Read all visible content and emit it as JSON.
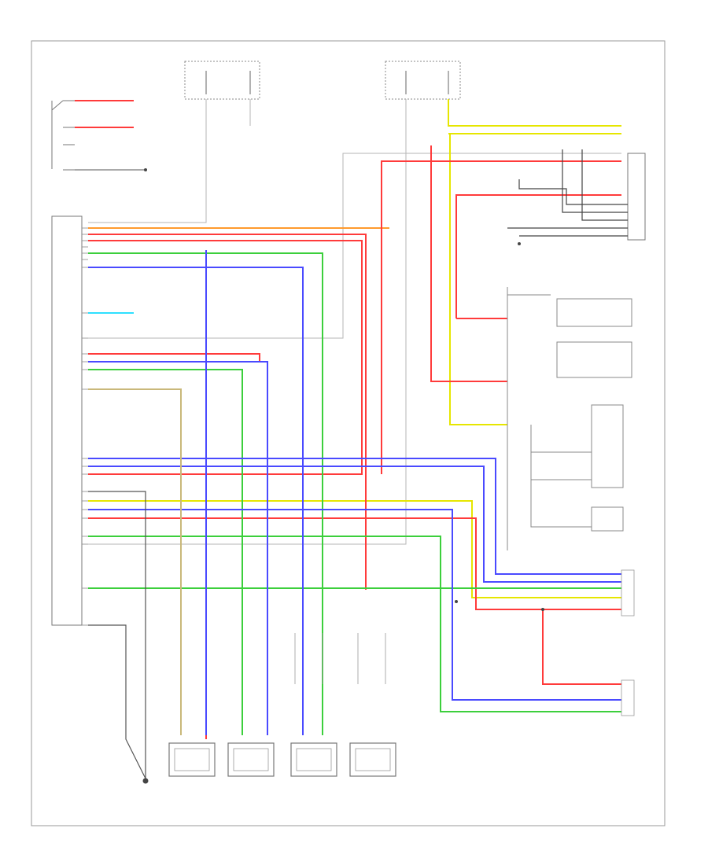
{
  "page_code": "",
  "ecm_title": "",
  "colors": {
    "red": "#ff3b3b",
    "orange": "#ff9a2e",
    "green": "#3ccf3c",
    "blue": "#4a4aff",
    "yellow": "#e6e600",
    "violet": "#7a4aff",
    "tan": "#c9b87a",
    "cyan": "#2ee0ff",
    "gray": "#9a9a9a",
    "black": "#222222"
  },
  "wires": [
    {
      "id": "w-red-1",
      "color": "red"
    },
    {
      "id": "w-orange-1",
      "color": "orange"
    },
    {
      "id": "w-green-1",
      "color": "green"
    },
    {
      "id": "w-blue-1",
      "color": "blue"
    },
    {
      "id": "w-yellow-1",
      "color": "yellow"
    },
    {
      "id": "w-cyan-1",
      "color": "cyan"
    }
  ],
  "motors": [
    {
      "label": ""
    },
    {
      "label": ""
    },
    {
      "label": ""
    },
    {
      "label": ""
    }
  ]
}
